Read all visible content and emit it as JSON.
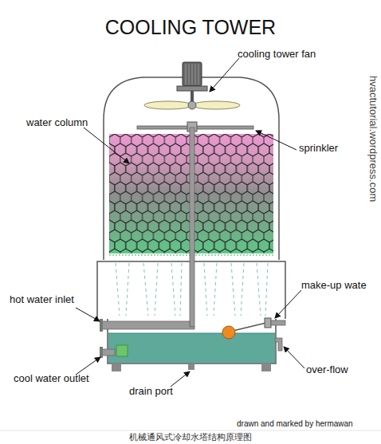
{
  "diagram": {
    "title": "COOLING TOWER",
    "caption": "机械通风式冷却水塔结构原理图",
    "labels": [
      "cooling tower fan",
      "water column",
      "sprinkler",
      "hot water inlet",
      "make-up wate",
      "cool water outlet",
      "drain port",
      "over-flow",
      "drawn and marked by hermawan",
      "hvactutorial.wordpress.com"
    ]
  }
}
